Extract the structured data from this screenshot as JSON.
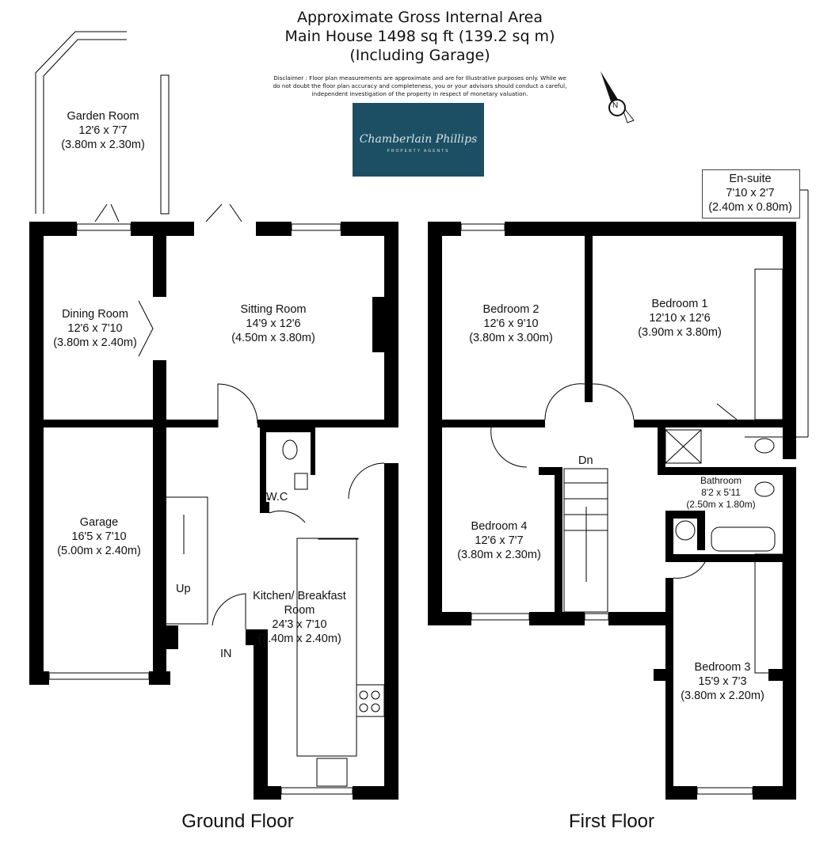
{
  "header": {
    "line1": "Approximate Gross Internal Area",
    "line2": "Main House 1498 sq ft (139.2 sq m)",
    "line3": "(Including Garage)",
    "disclaimer": "Disclaimer : Floor plan measurements are approximate and are for Illustrative purposes only. While we do not doubt the floor plan accuracy and completeness, you or your advisors should conduct a careful, independent investigation of the property in respect of monetary valuation."
  },
  "logo": {
    "name": "Chamberlain Phillips",
    "tagline": "PROPERTY AGENTS",
    "bg": "#1c4f63"
  },
  "compass": {
    "label": "N"
  },
  "ground_floor": {
    "title": "Ground Floor",
    "rooms": [
      {
        "name": "Garden Room",
        "imperial": "12'6 x 7'7",
        "metric": "(3.80m x 2.30m)"
      },
      {
        "name": "Dining Room",
        "imperial": "12'6 x 7'10",
        "metric": "(3.80m x 2.40m)"
      },
      {
        "name": "Sitting Room",
        "imperial": "14'9 x 12'6",
        "metric": "(4.50m x 3.80m)"
      },
      {
        "name": "Garage",
        "imperial": "16'5 x 7'10",
        "metric": "(5.00m x 2.40m)"
      },
      {
        "name": "Kitchen/ Breakfast Room",
        "imperial": "24'3 x 7'10",
        "metric": "(7.40m x 2.40m)"
      }
    ],
    "labels": {
      "wc": "W.C",
      "up": "Up",
      "in": "IN"
    }
  },
  "first_floor": {
    "title": "First Floor",
    "rooms": [
      {
        "name": "Bedroom 2",
        "imperial": "12'6 x 9'10",
        "metric": "(3.80m x 3.00m)"
      },
      {
        "name": "Bedroom 1",
        "imperial": "12'10 x 12'6",
        "metric": "(3.90m x 3.80m)"
      },
      {
        "name": "Bedroom 4",
        "imperial": "12'6 x 7'7",
        "metric": "(3.80m x 2.30m)"
      },
      {
        "name": "Bathroom",
        "imperial": "8'2 x 5'11",
        "metric": "(2.50m x 1.80m)"
      },
      {
        "name": "Bedroom 3",
        "imperial": "15'9 x 7'3",
        "metric": "(3.80m x 2.20m)"
      },
      {
        "name": "En-suite",
        "imperial": "7'10 x 2'7",
        "metric": "(2.40m x 0.80m)"
      }
    ],
    "labels": {
      "dn": "Dn"
    }
  }
}
